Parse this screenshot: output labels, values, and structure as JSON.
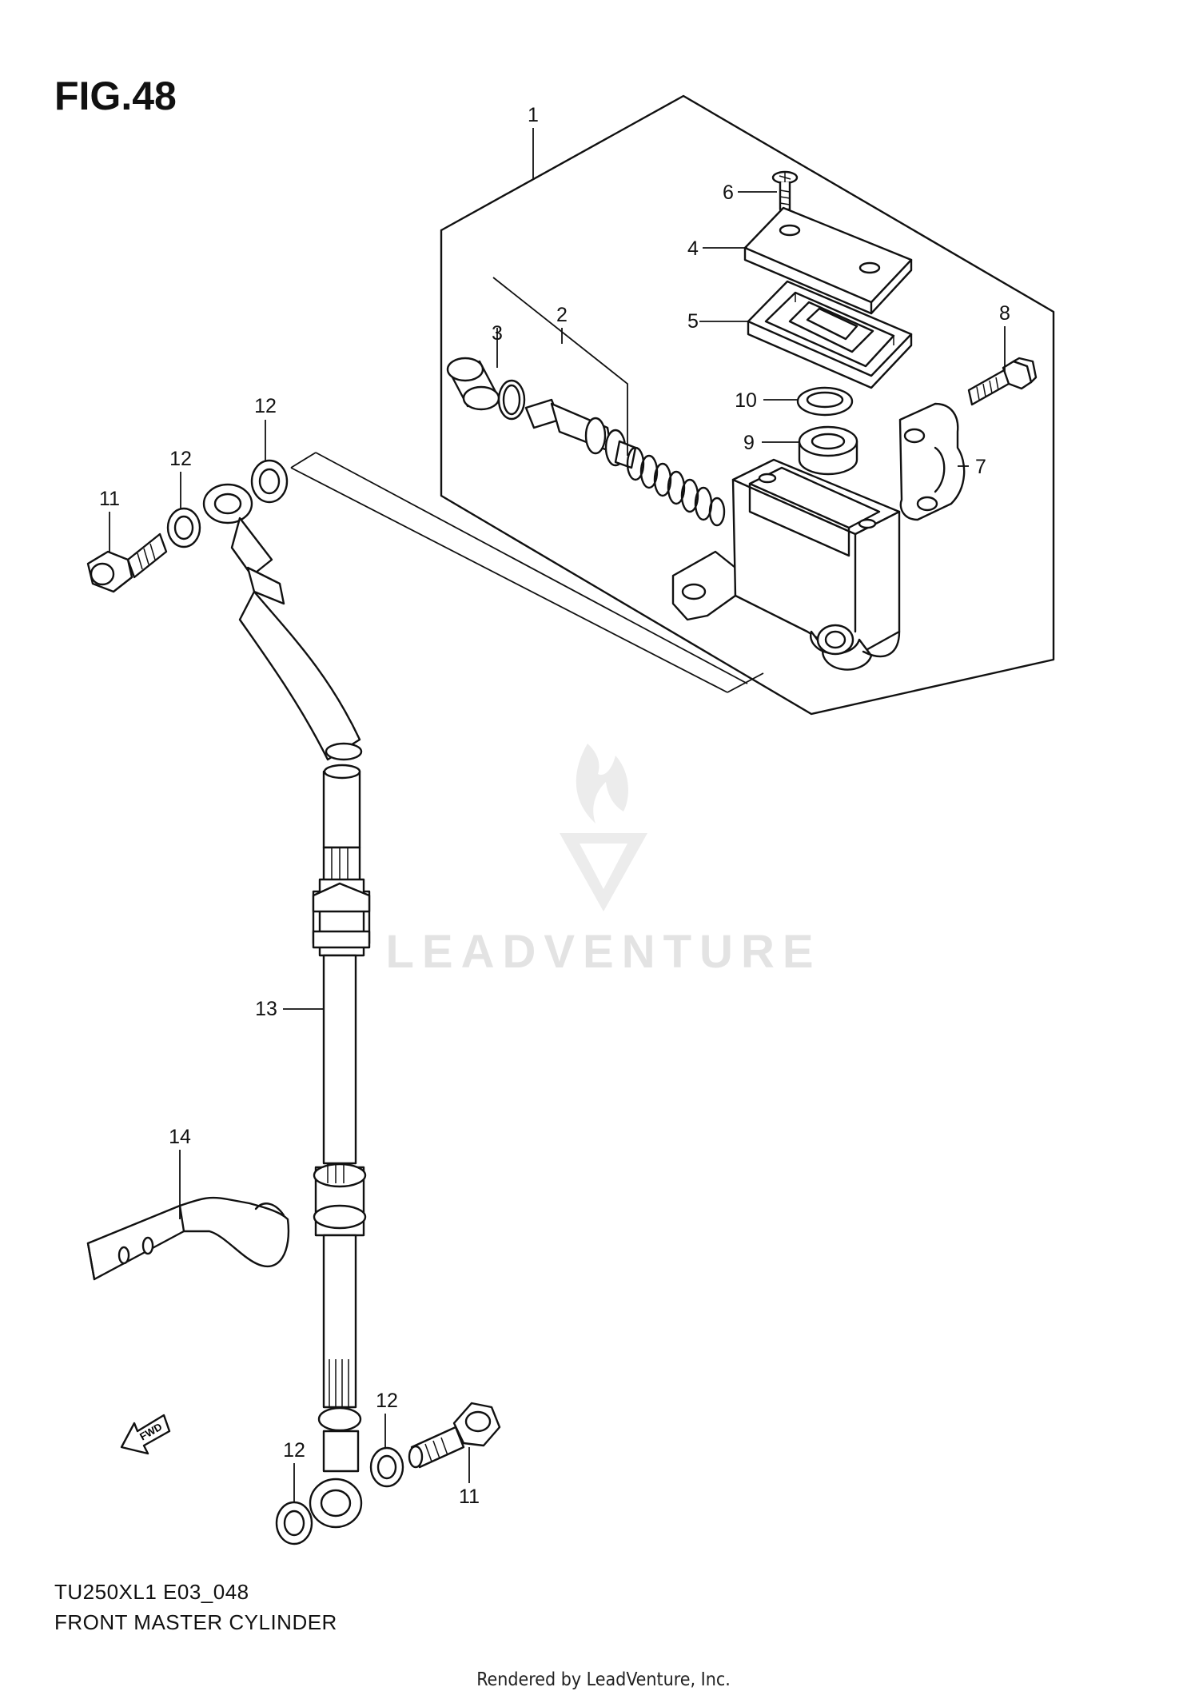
{
  "figure": {
    "title": "FIG.48"
  },
  "callouts": [
    "1",
    "2",
    "3",
    "4",
    "5",
    "6",
    "7",
    "8",
    "9",
    "10",
    "11",
    "11",
    "12",
    "12",
    "12",
    "12",
    "13",
    "14"
  ],
  "footer": {
    "model_code": "TU250XL1 E03_048",
    "diagram_name": "FRONT MASTER CYLINDER",
    "rendered_by": "Rendered by LeadVenture, Inc."
  },
  "watermark": {
    "text": "LEADVENTURE",
    "icon": "leadventure-flame-v-logo"
  },
  "direction_marker": {
    "text": "FWD",
    "icon": "fwd-arrow-icon"
  }
}
